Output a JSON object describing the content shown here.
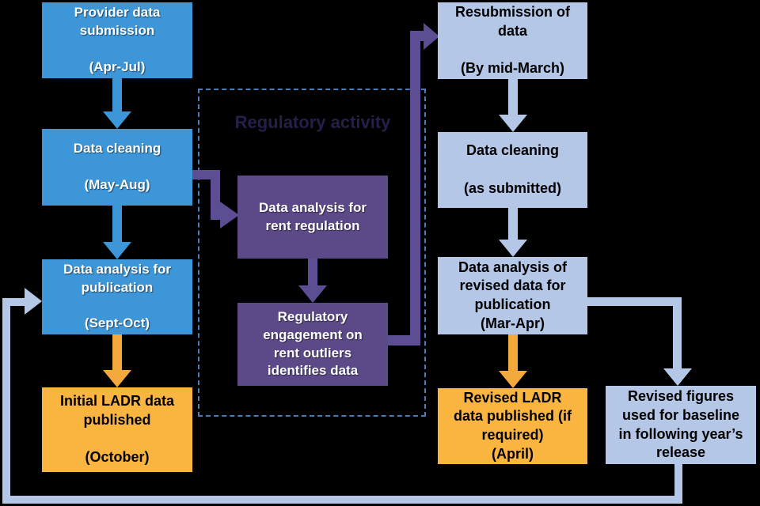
{
  "diagram": {
    "regulatory_frame": {
      "label": "Regulatory activity"
    },
    "left_column": {
      "provider": "Provider data\nsubmission\n\n(Apr-Jul)",
      "cleaning": "Data cleaning\n\n(May-Aug)",
      "analysis": "Data analysis for\npublication\n\n(Sept-Oct)",
      "published": "Initial LADR data\npublished\n\n(October)"
    },
    "middle_column": {
      "rent_analysis": "Data analysis for\nrent regulation",
      "engagement": "Regulatory\nengagement on\nrent outliers\nidentifies data"
    },
    "right_column": {
      "resubmission": "Resubmission of\ndata\n\n(By mid-March)",
      "cleaning": "Data cleaning\n\n(as submitted)",
      "analysis": "Data analysis of\nrevised data for\npublication\n(Mar-Apr)",
      "published": "Revised LADR\ndata published (if\nrequired)\n(April)",
      "baseline": "Revised figures\nused for baseline\nin following year’s\nrelease"
    },
    "colors": {
      "background": "#000000",
      "blue": "#3d96d8",
      "light_blue": "#b4c7e7",
      "orange": "#fab440",
      "orange_arrow": "#f3a93c",
      "purple": "#5b4a87",
      "purple_line": "#5d4d92",
      "dashed_border": "#4a7cb5",
      "label_text": "#261f47"
    }
  }
}
